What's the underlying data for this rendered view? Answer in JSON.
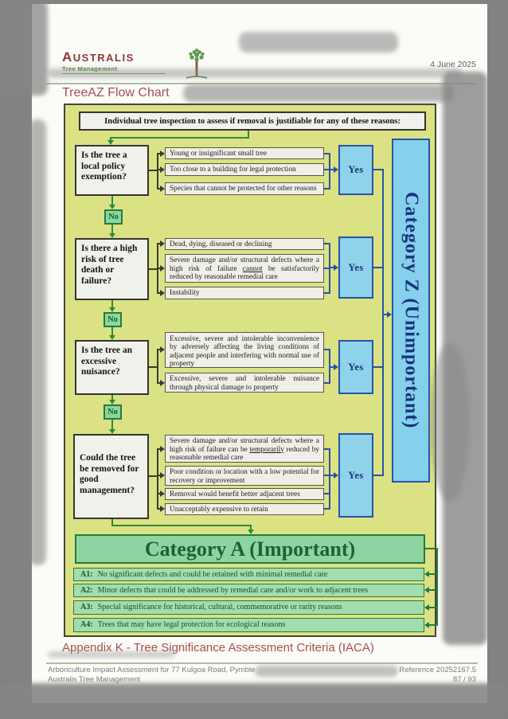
{
  "page": {
    "header": {
      "logo_title": "Australis",
      "logo_subtitle": "Tree Management",
      "date": "4 June 2025"
    },
    "title": "TreeAZ Flow Chart",
    "appendix_title": "Appendix K - Tree Significance Assessment Criteria (IACA)",
    "footer": {
      "line1": "Arboriculture Impact Assessment for 77 Kulgoa Road, Pymble",
      "line2": "Australis Tree Management",
      "reference": "Reference 20252167.5",
      "page_number": "87 / 93"
    }
  },
  "flowchart": {
    "intro": "Individual tree inspection to assess if removal is justifiable for any of these reasons:",
    "yes_label": "Yes",
    "no_label": "No",
    "category_z_label": "Category Z (Unimportant)",
    "category_a_label": "Category A (Important)",
    "sections": [
      {
        "question": "Is the tree a local policy exemption?",
        "reasons": [
          {
            "text": "Young or insignificant small tree"
          },
          {
            "text": "Too close to a building for legal protection"
          },
          {
            "text": "Species that cannot be protected for other reasons"
          }
        ]
      },
      {
        "question": "Is there a high risk of tree death or failure?",
        "reasons": [
          {
            "text": "Dead, dying, diseased or declining"
          },
          {
            "pre": "Severe damage and/or structural defects where a high risk of failure ",
            "underlined": "cannot",
            "post": " be satisfactorily reduced by reasonable remedial care"
          },
          {
            "text": "Instability"
          }
        ]
      },
      {
        "question": "Is the tree an excessive nuisance?",
        "reasons": [
          {
            "text": "Excessive, severe and intolerable inconvenience by adversely affecting the living conditions of adjacent people and interfering with normal use of property"
          },
          {
            "text": "Excessive, severe and intolerable nuisance through physical damage to property"
          }
        ]
      },
      {
        "question": "Could the tree be removed for good management?",
        "reasons": [
          {
            "pre": "Severe damage and/or structural defects where a high risk of failure can be ",
            "underlined": "temporarily",
            "post": " reduced by reasonable remedial care"
          },
          {
            "text": "Poor condition or location with a low potential for recovery or improvement"
          },
          {
            "text": "Removal would benefit better adjacent trees"
          },
          {
            "text": "Unacceptably expensive to retain"
          }
        ]
      }
    ],
    "category_a_items": [
      {
        "label": "A1:",
        "text": "No significant defects and could be retained with minimal remedial care"
      },
      {
        "label": "A2:",
        "text": "Minor defects that could be addressed by remedial care and/or work to adjacent trees"
      },
      {
        "label": "A3:",
        "text": "Special significance for historical, cultural, commemorative or rarity reasons"
      },
      {
        "label": "A4:",
        "text": "Trees that may have legal protection for ecological reasons"
      }
    ],
    "colors": {
      "chart_background": "#dbe284",
      "yes_fill": "#8fd3ea",
      "no_fill": "#8cd79e",
      "category_z_fill": "#85d0ea",
      "category_a_fill": "#8dd5a0",
      "blue_line": "#2a52a8",
      "green_line": "#2e8b3e"
    }
  }
}
